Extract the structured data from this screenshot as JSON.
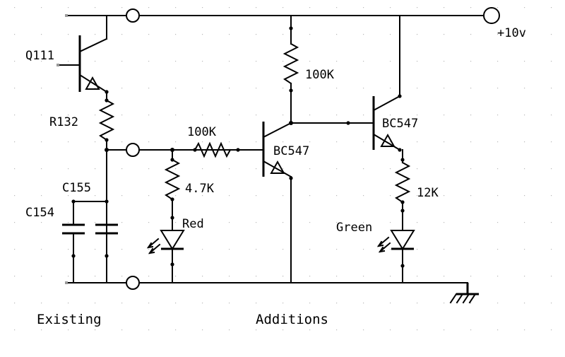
{
  "supply_label": "+10v",
  "components": {
    "q111": "Q111",
    "r132": "R132",
    "c155": "C155",
    "c154": "C154",
    "r_base": "100K",
    "r_led": "4.7K",
    "led_red": "Red",
    "q_first": "BC547",
    "r_collector": "100K",
    "q_second": "BC547",
    "r_emitter": "12K",
    "led_green": "Green"
  },
  "sections": {
    "left": "Existing",
    "right": "Additions"
  }
}
